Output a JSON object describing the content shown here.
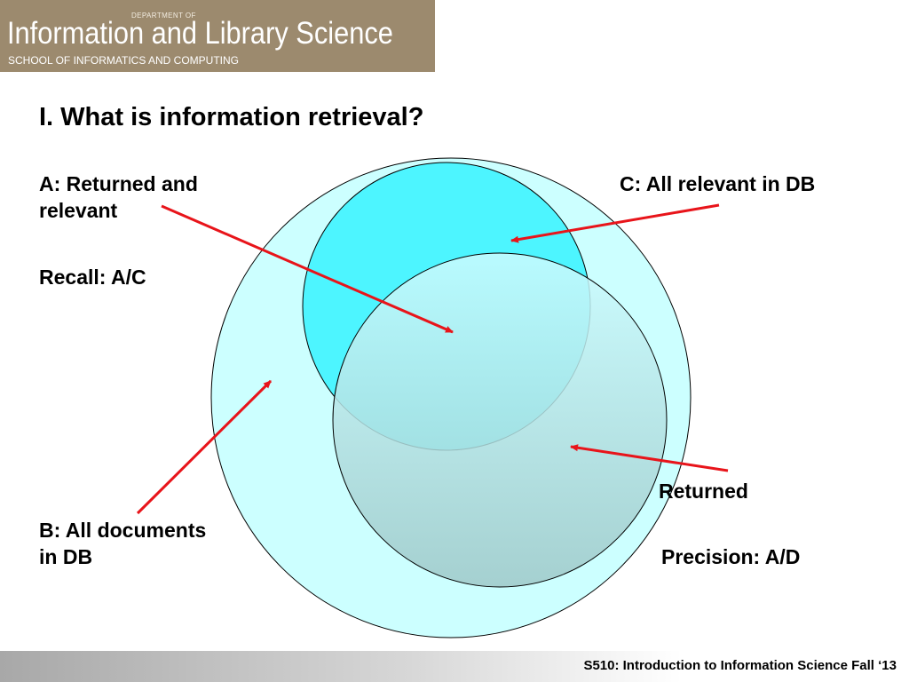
{
  "banner": {
    "department_of": "DEPARTMENT OF",
    "title": "Information and Library Science",
    "school": "SCHOOL OF INFORMATICS AND COMPUTING"
  },
  "slide": {
    "title": "I. What is information retrieval?"
  },
  "diagram": {
    "label_a_line1": "A: Returned and",
    "label_a_line2": "relevant",
    "recall": "Recall: A/C",
    "label_c": "C: All relevant in DB",
    "label_b_line1": "B: All documents",
    "label_b_line2": "in DB",
    "label_d": "Returned",
    "precision": "Precision: A/D",
    "colors": {
      "outer_circle": "#ccffff",
      "relevant_circle": "#4df5ff",
      "returned_gradient_top": "#ccfcff",
      "returned_gradient_bottom": "#9ec8c8",
      "arrow": "#e8141a"
    }
  },
  "footer": {
    "text": "S510: Introduction to Information Science Fall ‘13"
  }
}
